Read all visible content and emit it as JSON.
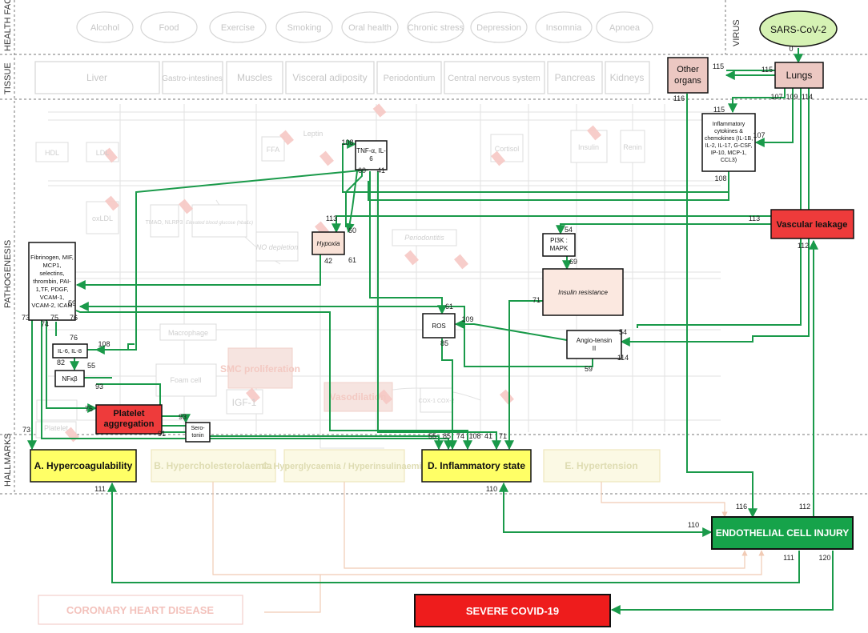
{
  "sections": {
    "health_factors": "HEALTH FACTORS",
    "virus": "VIRUS",
    "tissue": "TISSUE",
    "pathogenesis": "PATHOGENESIS",
    "hallmarks": "HALLMARKS"
  },
  "faded": {
    "health_factors": [
      "Alcohol",
      "Food",
      "Exercise",
      "Smoking",
      "Oral health",
      "Chronic stress",
      "Depression",
      "Insomnia",
      "Apnoea"
    ],
    "tissues": [
      "Liver",
      "Gastro-intestines",
      "Muscles",
      "Visceral adiposity",
      "Periodontium",
      "Central nervous system",
      "Pancreas",
      "Kidneys"
    ],
    "inner": [
      "HDL",
      "LDL",
      "oxLDL",
      "TMAO, NLRP3",
      "Elevated blood glucose (hba1c)",
      "NO depletion",
      "Macrophage",
      "Foam cell",
      "SMC proliferation",
      "IGF-1",
      "Vasodilation",
      "Periodontitis",
      "COX-1 COX-2",
      "Cortisol",
      "Insulin",
      "Renin",
      "FFA",
      "Leptin",
      "Platelet"
    ],
    "hallmarks": [
      "B. Hypercholesterolaemia",
      "C. Hyperglycaemia / Hyperinsulinaemia",
      "E. Hypertension"
    ],
    "outcome": "CORONARY HEART DISEASE"
  },
  "nodes": {
    "sars": "SARS-CoV-2",
    "lungs": "Lungs",
    "other_organs": "Other organs",
    "cytokines": "Inflammatory cytokines & chemokines (IL-1B, IL-2, IL-17, G-CSF, IP-10, MCP-1, CCL3)",
    "vascular_leakage": "Vascular leakage",
    "tnf": "TNF-α, IL-6",
    "hypoxia": "Hypoxia",
    "pi3k": "PI3K : MAPK",
    "insulin_resistance": "Insulin resistance",
    "fibrinogen": "Fibrinogen, MIF, MCP1, selectins, thrombin, PAI-1,TF, PDGF, VCAM-1, VCAM-2, ICAM",
    "ros": "ROS",
    "angiotensin": "Angio-tensin II",
    "il6": "IL-6, IL-8",
    "nfkb": "NFκβ",
    "platelet_aggregation": "Platelet aggregation",
    "serotonin": "Sero-tonin",
    "hallmark_a": "A. Hypercoagulability",
    "hallmark_d": "D. Inflammatory state",
    "endothelial": "ENDOTHELIAL CELL INJURY",
    "severe": "SEVERE COVID-19"
  },
  "edge_labels": [
    "0",
    "115",
    "115",
    "116",
    "107",
    "109",
    "114",
    "115",
    "107",
    "108",
    "108",
    "113",
    "113",
    "112",
    "60",
    "41",
    "60",
    "61",
    "42",
    "54",
    "69",
    "71",
    "61",
    "109",
    "85",
    "54",
    "114",
    "59",
    "108",
    "82",
    "55",
    "93",
    "75",
    "93",
    "91",
    "73",
    "74",
    "75",
    "76",
    "59",
    "76",
    "73",
    "55",
    "85",
    "74",
    "108",
    "41",
    "71",
    "111",
    "110",
    "110",
    "116",
    "112",
    "111",
    "120"
  ],
  "colors": {
    "green": "#1a9a4a",
    "red": "#ee3b3b",
    "yellow": "#ffff66",
    "endothelial": "#16a34a",
    "pink": "#ecc8c2",
    "faded": "#d4d4d4",
    "faded_yellow": "#f7f4d6"
  }
}
